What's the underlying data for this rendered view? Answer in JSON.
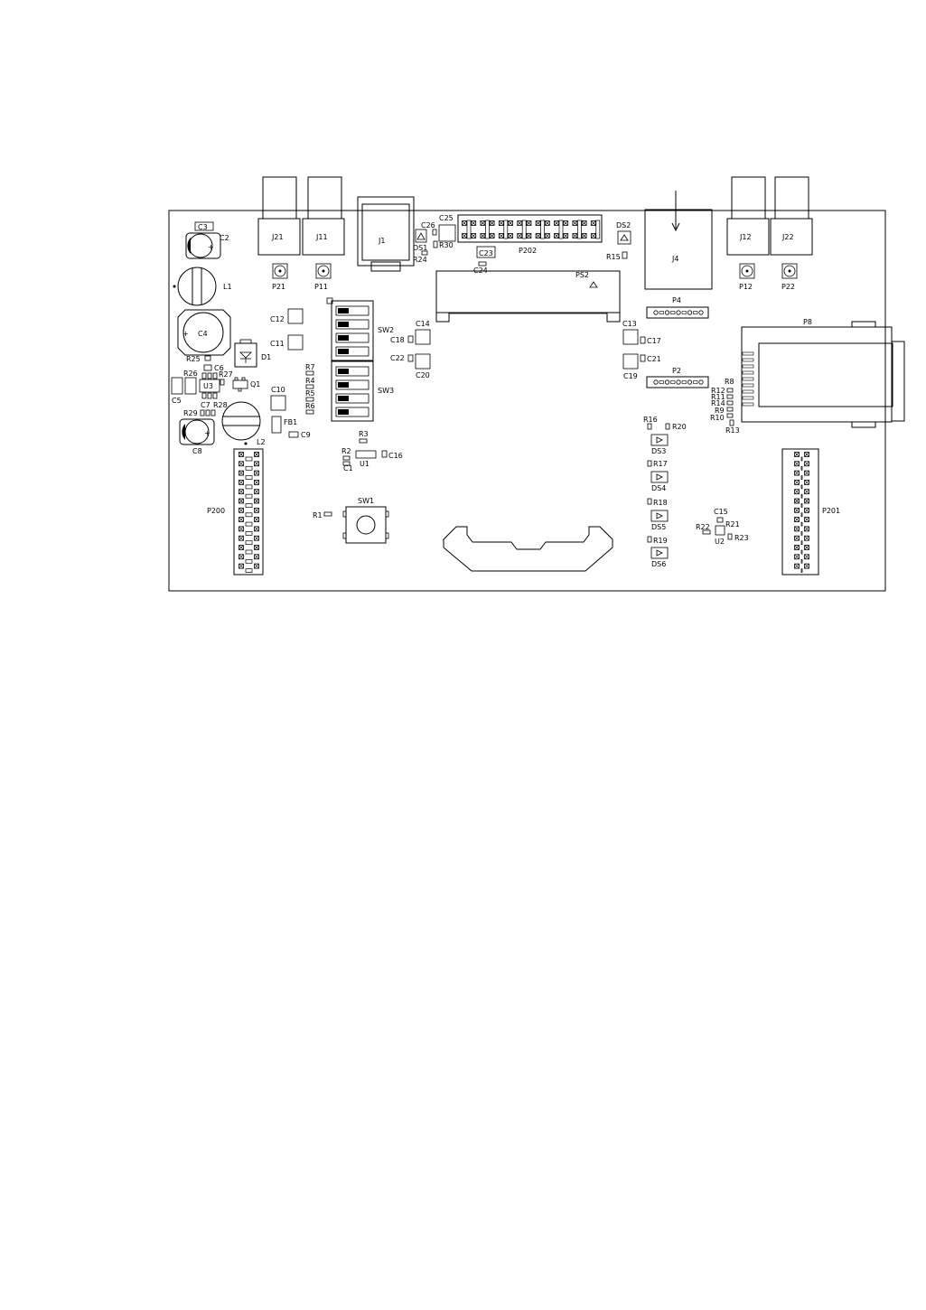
{
  "labels": {
    "J21": "J21",
    "J11": "J11",
    "J1": "J1",
    "J4": "J4",
    "J12": "J12",
    "J22": "J22",
    "C3": "C3",
    "C2": "C2",
    "L1": "L1",
    "C4": "C4",
    "D1": "D1",
    "C5": "C5",
    "C6": "C6",
    "R25": "R25",
    "R26": "R26",
    "R27": "R27",
    "U3": "U3",
    "Q1": "Q1",
    "C7": "C7",
    "R28": "R28",
    "R29": "R29",
    "C8": "C8",
    "L2": "L2",
    "FB1": "FB1",
    "C9": "C9",
    "C10": "C10",
    "C11": "C11",
    "C12": "C12",
    "P21": "P21",
    "P11": "P11",
    "P12": "P12",
    "P22": "P22",
    "SW2": "SW2",
    "SW3": "SW3",
    "R7": "R7",
    "R4": "R4",
    "R5": "R5",
    "R6": "R6",
    "C25": "C25",
    "C26": "C26",
    "DS1": "DS1",
    "R24": "R24",
    "R30": "R30",
    "C23": "C23",
    "C24": "C24",
    "P202": "P202",
    "PS2": "PS2",
    "DS2": "DS2",
    "R15": "R15",
    "C14": "C14",
    "C18": "C18",
    "C22": "C22",
    "C20": "C20",
    "C13": "C13",
    "C17": "C17",
    "C21": "C21",
    "C19": "C19",
    "P4": "P4",
    "P2": "P2",
    "P8": "P8",
    "R8": "R8",
    "R12": "R12",
    "R11": "R11",
    "R14": "R14",
    "R9": "R9",
    "R10": "R10",
    "R13": "R13",
    "R16": "R16",
    "R20": "R20",
    "DS3": "DS3",
    "R17": "R17",
    "DS4": "DS4",
    "R18": "R18",
    "DS5": "DS5",
    "R19": "R19",
    "DS6": "DS6",
    "C15": "C15",
    "R21": "R21",
    "R22": "R22",
    "U2": "U2",
    "R23": "R23",
    "R3": "R3",
    "R2": "R2",
    "C1": "C1",
    "U1": "U1",
    "C16": "C16",
    "R1": "R1",
    "SW1": "SW1",
    "P200": "P200",
    "P201": "P201"
  }
}
